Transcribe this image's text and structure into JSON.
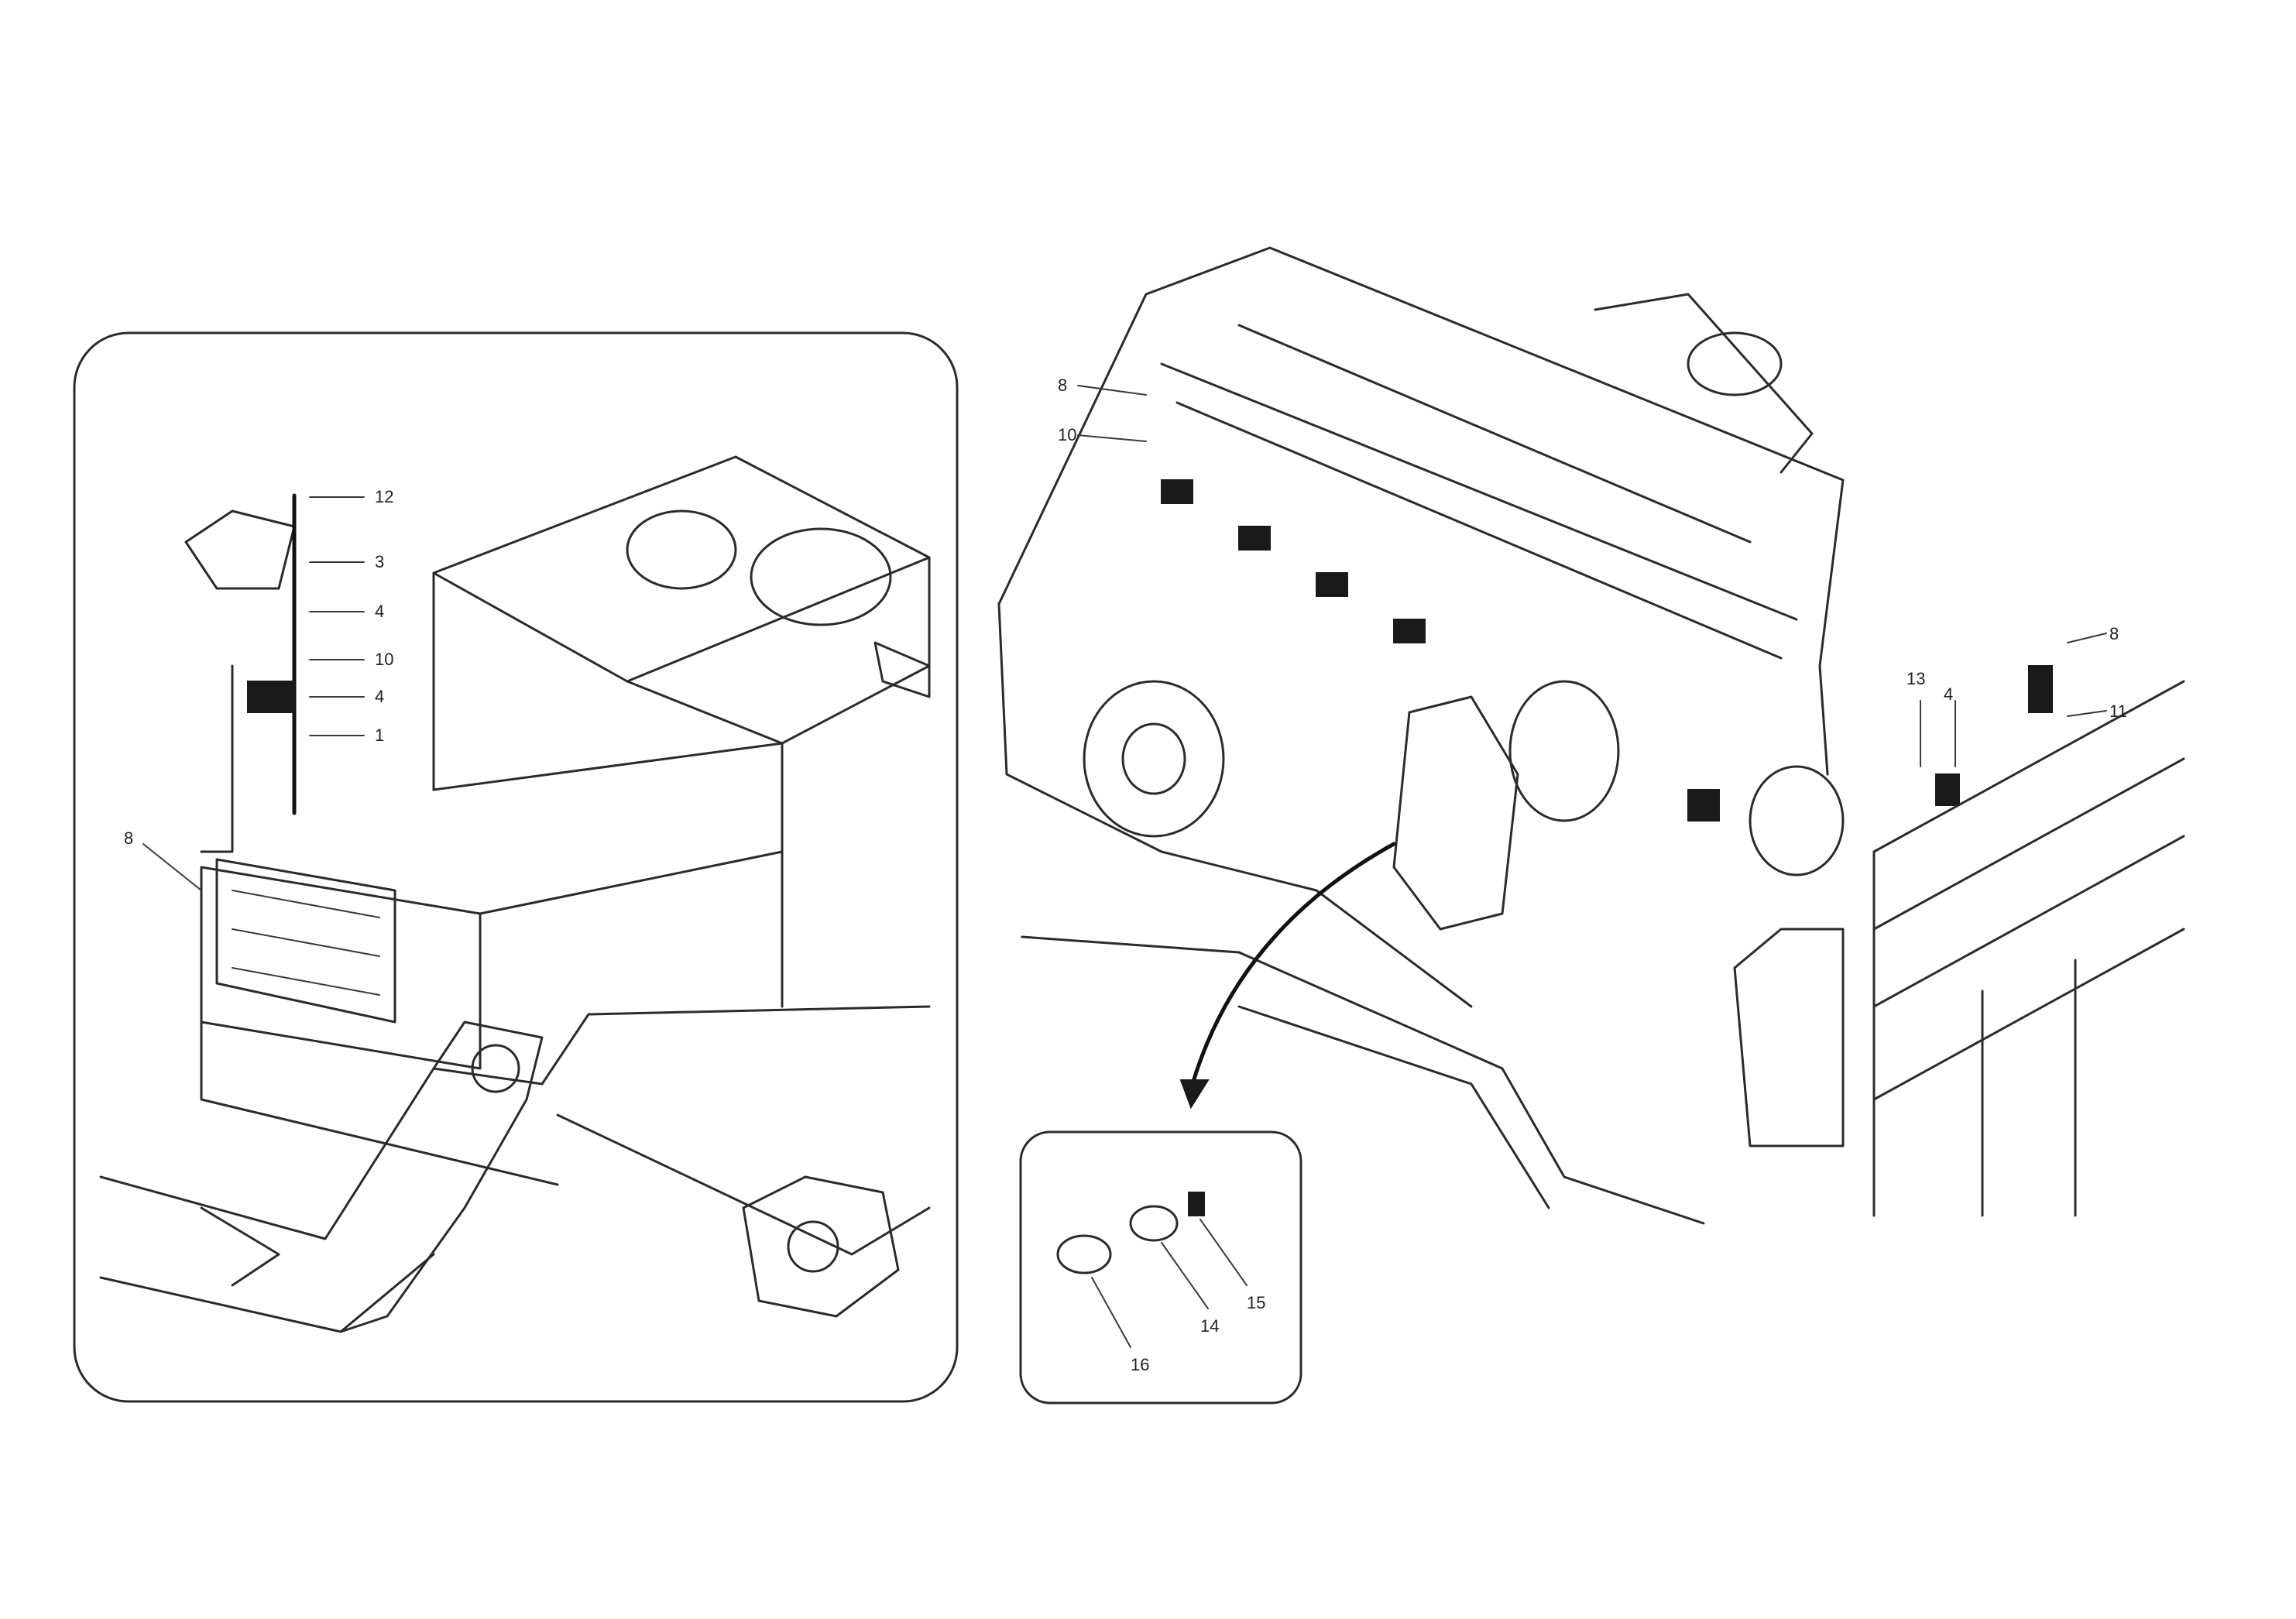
{
  "left_inset": {
    "callouts": [
      "12",
      "3",
      "4",
      "10",
      "4",
      "1",
      "8"
    ]
  },
  "engine_view": {
    "callouts_left": [
      "8",
      "10"
    ],
    "callouts_right": [
      "8",
      "11",
      "13",
      "4"
    ]
  },
  "detail_inset": {
    "callouts": [
      "16",
      "14",
      "15"
    ]
  },
  "footer": {
    "line1": "",
    "line2": "",
    "code": ""
  },
  "colors": {
    "line": "#2b2b2b",
    "background": "#ffffff"
  }
}
